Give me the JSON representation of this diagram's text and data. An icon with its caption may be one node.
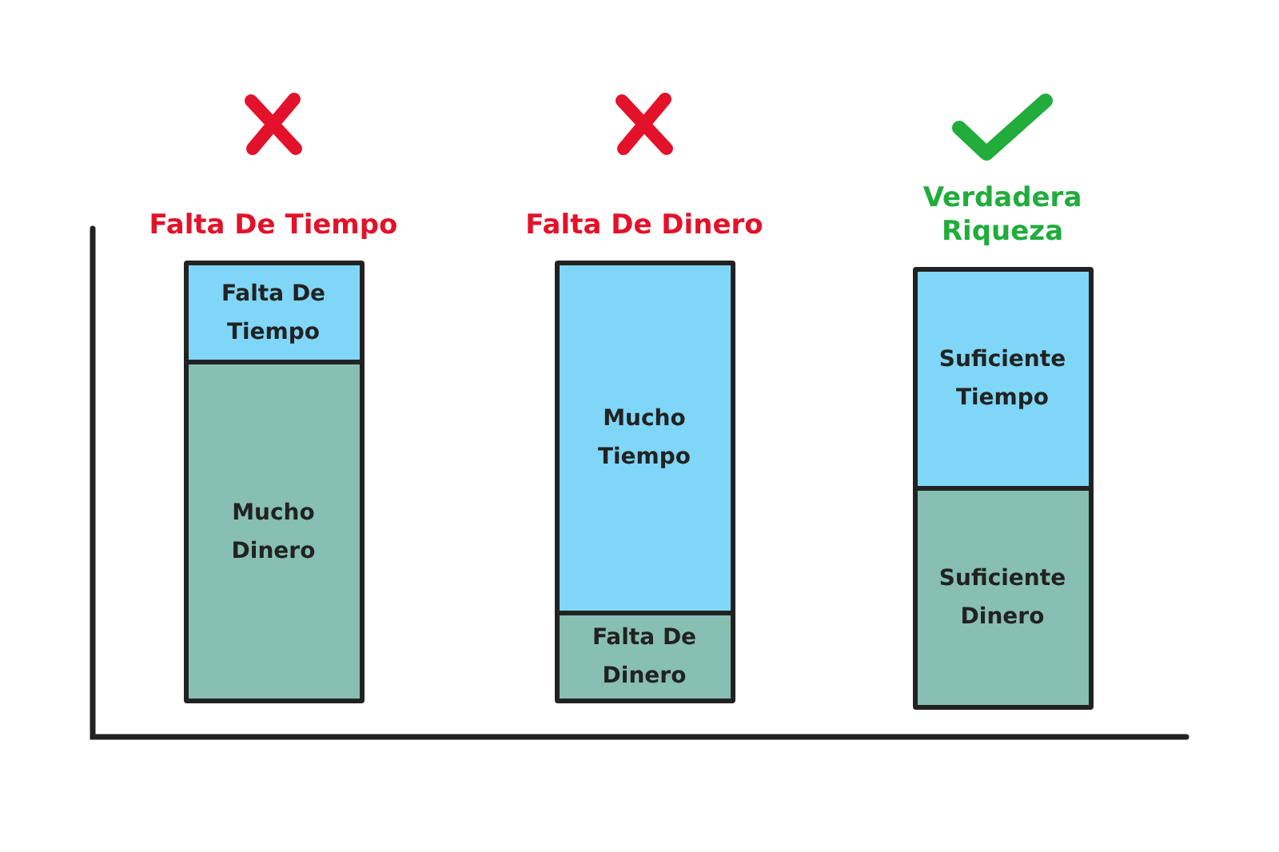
{
  "diagram": {
    "nodes": [
      {
        "text": [
          "Falta De Tiempo"
        ]
      },
      {
        "text": [
          "Falta De Tiempo"
        ],
        "in": 0
      },
      {
        "text": [
          "Mucho Dinero"
        ],
        "in": 0
      },
      {
        "text": [
          "Falta De Dinero"
        ]
      },
      {
        "text": [
          "Mucho Tiempo"
        ],
        "in": 3
      },
      {
        "text": [
          "Falta De Dinero"
        ],
        "in": 3
      },
      {
        "text": [
          "Verdadera Riqueza"
        ]
      },
      {
        "text": [
          "Suficiente Tiempo"
        ],
        "in": 6
      },
      {
        "text": [
          "Suficiente Dinero"
        ],
        "in": 6
      }
    ]
  }
}
